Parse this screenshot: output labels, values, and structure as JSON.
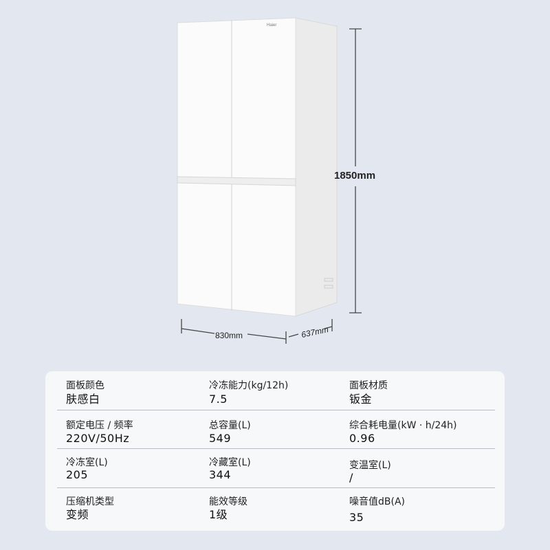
{
  "product": {
    "brand_logo": "Haier",
    "height": "1850mm",
    "width": "830mm",
    "depth": "637mm",
    "colors": {
      "background": "#e3e8f0",
      "card": "#f7f8fa",
      "fridge": "#fbfbfb"
    }
  },
  "specs": [
    [
      {
        "label": "面板颜色",
        "value": "肤感白"
      },
      {
        "label": "冷冻能力(kg/12h)",
        "value": "7.5"
      },
      {
        "label": "面板材质",
        "value": "钣金"
      }
    ],
    [
      {
        "label": "额定电压 / 频率",
        "value": "220V/50Hz"
      },
      {
        "label": "总容量(L)",
        "value": "549"
      },
      {
        "label": "综合耗电量(kW · h/24h)",
        "value": "0.96"
      }
    ],
    [
      {
        "label": "冷冻室(L)",
        "value": "205"
      },
      {
        "label": "冷藏室(L)",
        "value": "344"
      },
      {
        "label": "变温室(L)",
        "value": "/"
      }
    ],
    [
      {
        "label": "压缩机类型",
        "value": "变频"
      },
      {
        "label": "能效等级",
        "value": "1级"
      },
      {
        "label": "噪音值dB(A)",
        "value": "35"
      }
    ]
  ]
}
